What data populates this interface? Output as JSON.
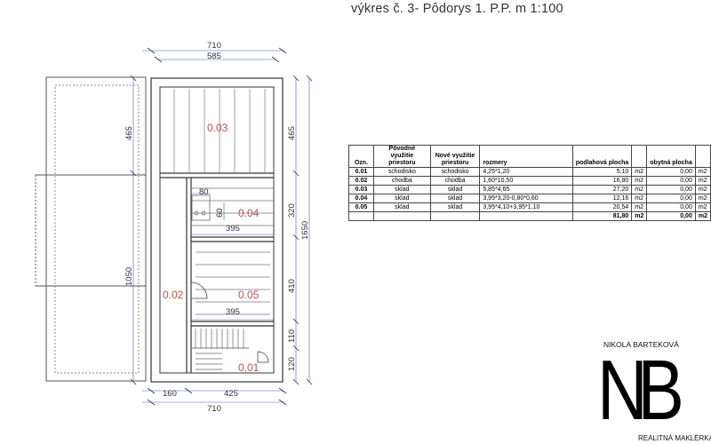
{
  "title": "výkres č. 3- Pôdorys 1. P.P.  m 1:100",
  "plan": {
    "dims_top": [
      "710",
      "585"
    ],
    "dims_bottom": [
      "160",
      "425",
      "710"
    ],
    "dims_left": [
      "465",
      "1050"
    ],
    "dims_right": [
      "465",
      "320",
      "410",
      "110",
      "120",
      "1650"
    ],
    "dims_inner": [
      "80",
      "60",
      "395",
      "395"
    ],
    "rooms": [
      "0.03",
      "0.04",
      "0.02",
      "0.05",
      "0.01"
    ]
  },
  "table": {
    "headers": [
      "Ozn.",
      "Pôvodné využitie priestoru",
      "Nové využitie priestoru",
      "rozmery",
      "podlahová plocha",
      "",
      "obytná plocha",
      ""
    ],
    "rows": [
      [
        "0.01",
        "schodisko",
        "schodisko",
        "4,25*1,20",
        "5,10",
        "m2",
        "0,00",
        "m2"
      ],
      [
        "0.02",
        "chodba",
        "chodba",
        "1,60*10,50",
        "16,80",
        "m2",
        "0,00",
        "m2"
      ],
      [
        "0.03",
        "sklad",
        "sklad",
        "5,85*4,65",
        "27,20",
        "m2",
        "0,00",
        "m2"
      ],
      [
        "0.04",
        "sklad",
        "sklad",
        "3,95*3,20-0,80*0,60",
        "12,16",
        "m2",
        "0,00",
        "m2"
      ],
      [
        "0.05",
        "sklad",
        "sklad",
        "3,95*4,10+3,95*1,10",
        "20,54",
        "m2",
        "0,00",
        "m2"
      ]
    ],
    "total": [
      "",
      "",
      "",
      "",
      "81,80",
      "m2",
      "0,00",
      "m2"
    ]
  },
  "brand": {
    "name": "NIKOLA  BARTEKOVÁ",
    "logo": "NB",
    "subtitle": "REALITNÁ MAKLÉRKA"
  }
}
